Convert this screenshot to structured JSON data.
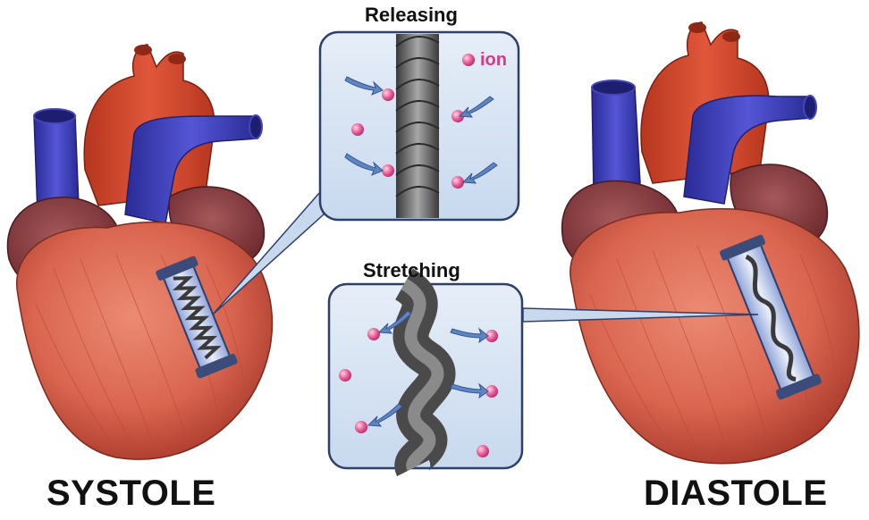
{
  "labels": {
    "releasing": "Releasing",
    "stretching": "Stretching",
    "ion": "ion",
    "systole": "SYSTOLE",
    "diastole": "DIASTOLE"
  },
  "colors": {
    "muscle": "#d9654f",
    "muscle_dark": "#a8382b",
    "atrium": "#8a3d3f",
    "aorta": "#d24a2c",
    "vein": "#3d3ec2",
    "panel_fill": "#d7e4f3",
    "panel_stroke": "#2d3f6b",
    "ion": "#e45a93",
    "arrow": "#5f86c4",
    "fiber": "#6c6c6c",
    "text": "#111111"
  }
}
